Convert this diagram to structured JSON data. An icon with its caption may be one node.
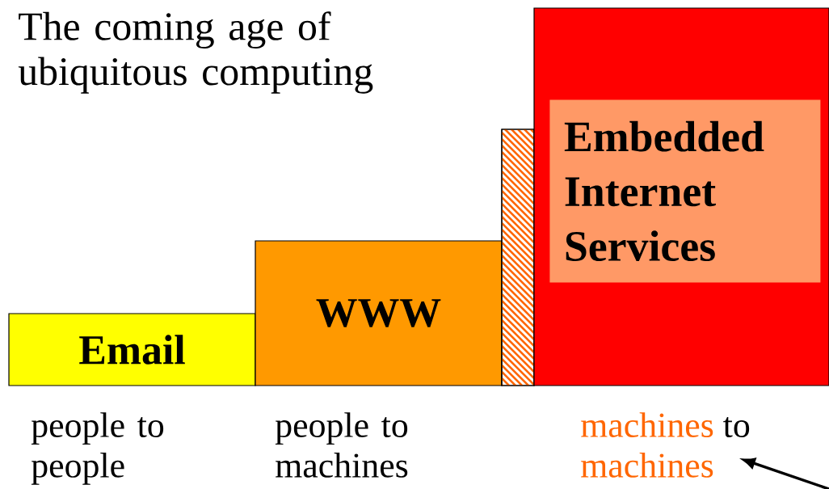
{
  "diagram": {
    "title": "The coming age of ubiquitous computing",
    "nodes": [
      {
        "text": [
          "Email"
        ]
      },
      {
        "text": [
          "WWW"
        ]
      },
      {
        "text": [],
        "shape": "bar"
      },
      {
        "text": [],
        "shape": "box"
      },
      {
        "text": [
          "Embedded Internet Services"
        ],
        "in": 3
      },
      {
        "text": [
          "machines",
          "to",
          "machines"
        ]
      }
    ],
    "edges": [
      {
        "from": null,
        "to": 5,
        "arrow": "to"
      }
    ],
    "labels": [
      "people to people",
      "people to machines"
    ]
  }
}
